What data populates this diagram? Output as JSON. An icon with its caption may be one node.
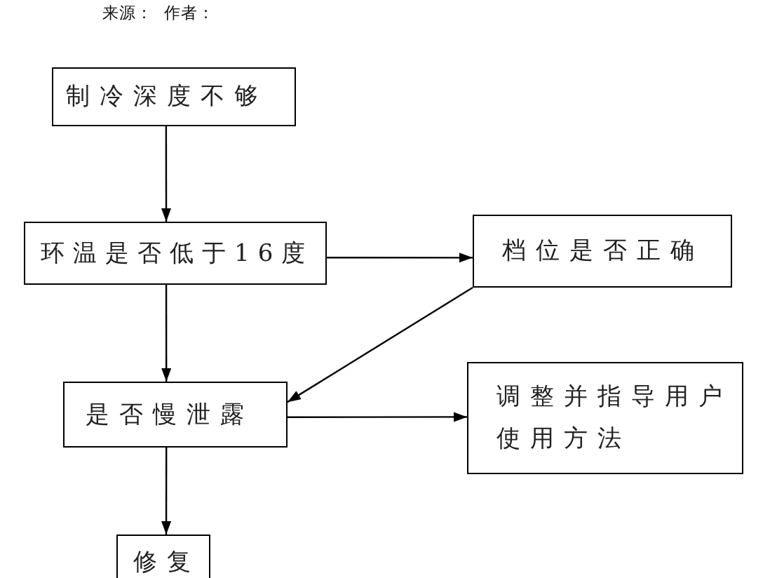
{
  "diagram": {
    "nodes": [
      {
        "text": [
          "制冷深度不够"
        ]
      },
      {
        "text": [
          "环温是否低于16度"
        ]
      },
      {
        "text": [
          "档位是否正确"
        ]
      },
      {
        "text": [
          "是否慢泄露"
        ]
      },
      {
        "text": [
          "调整并指导用户使用方法"
        ]
      },
      {
        "text": [
          "修复"
        ]
      }
    ],
    "edges": [
      {
        "from": 0,
        "to": 1,
        "arrow": "to"
      },
      {
        "from": 1,
        "to": 2,
        "arrow": "to"
      },
      {
        "from": 2,
        "to": 3,
        "arrow": "to"
      },
      {
        "from": 1,
        "to": 3,
        "arrow": "to"
      },
      {
        "from": 3,
        "to": 4,
        "arrow": "to"
      },
      {
        "from": 3,
        "to": 5,
        "arrow": "to"
      }
    ],
    "labels": [
      "来源：",
      "作者："
    ]
  }
}
